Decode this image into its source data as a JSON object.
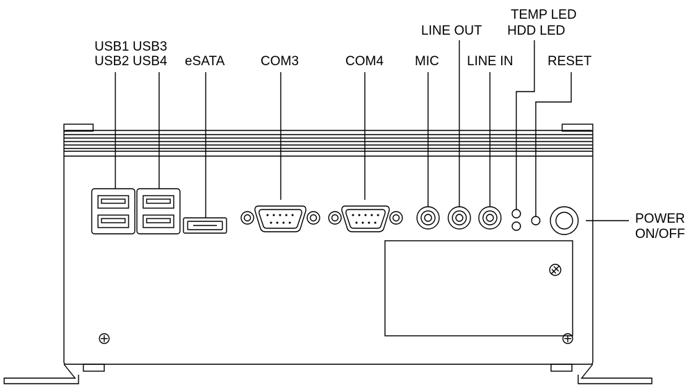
{
  "labels": {
    "usb1_usb3": "USB1 USB3",
    "usb2_usb4": "USB2 USB4",
    "esata": "eSATA",
    "com3": "COM3",
    "com4": "COM4",
    "mic": "MIC",
    "line_out": "LINE OUT",
    "line_in": "LINE IN",
    "temp_led": "TEMP LED",
    "hdd_led": "HDD LED",
    "reset": "RESET",
    "power": "POWER",
    "on_off": "ON/OFF"
  }
}
